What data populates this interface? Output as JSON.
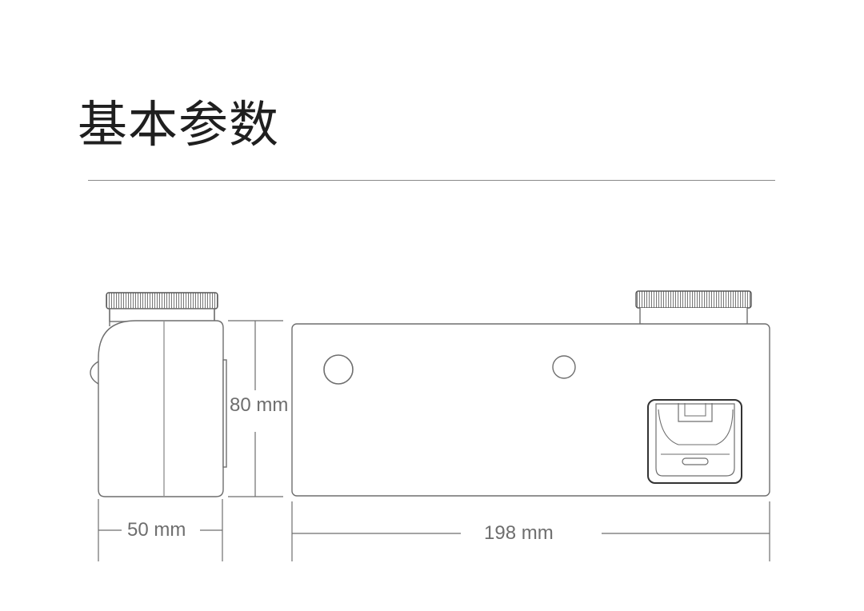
{
  "title": "基本参数",
  "dimensions": {
    "height": "80 mm",
    "width": "50 mm",
    "length": "198 mm"
  },
  "colors": {
    "line": "#6e6e6e",
    "text": "#1f1f1f",
    "dim_text": "#6e6e6e"
  }
}
